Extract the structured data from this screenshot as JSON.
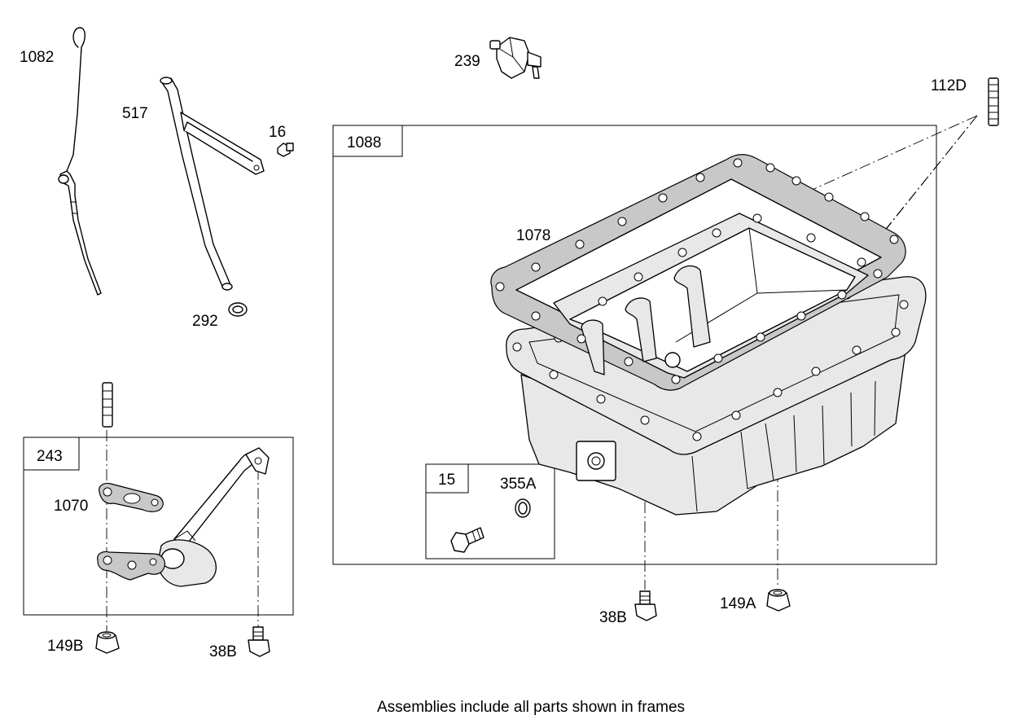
{
  "labels": {
    "p1082": "1082",
    "p517": "517",
    "p16": "16",
    "p292": "292",
    "p239": "239",
    "p112D": "112D",
    "p1088": "1088",
    "p1078": "1078",
    "p15": "15",
    "p355A": "355A",
    "p38B_pan": "38B",
    "p149A": "149A",
    "p243": "243",
    "p1070": "1070",
    "p149B": "149B",
    "p38B_left": "38B"
  },
  "footer": "Assemblies include all parts shown in frames",
  "colors": {
    "line": "#000000",
    "gasket_fill": "#c8c8c8",
    "metal_fill": "#e8e8e8",
    "background": "#ffffff"
  }
}
